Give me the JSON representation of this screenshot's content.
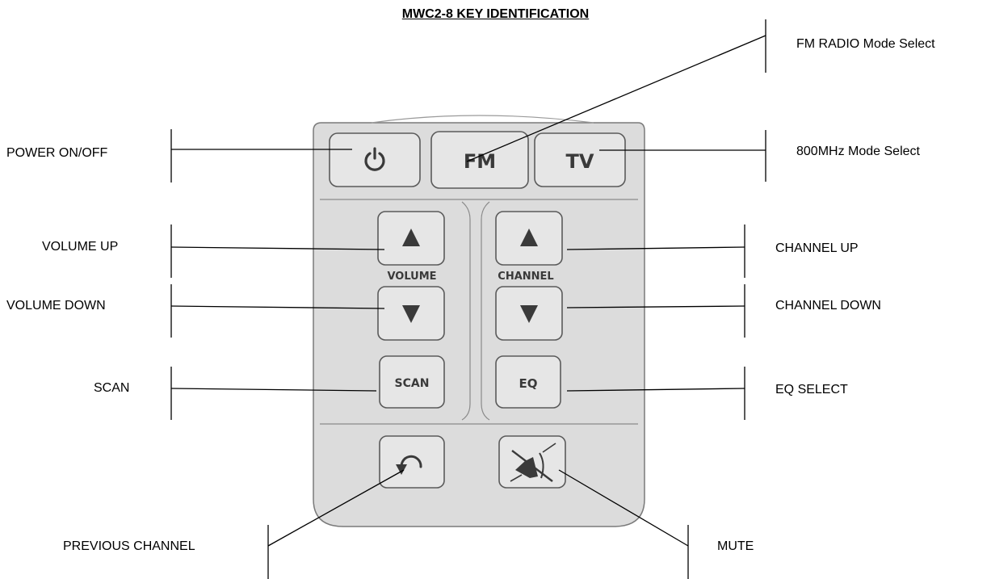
{
  "title": "MWC2-8  KEY IDENTIFICATION",
  "colors": {
    "remote_body": "#dcdcdc",
    "key_face": "#e6e6e6",
    "key_text": "#3a3a3a",
    "line": "#000000"
  },
  "keys": {
    "power": {
      "icon": "power-icon"
    },
    "fm": {
      "text": "FM"
    },
    "tv": {
      "text": "TV"
    },
    "volume_up": {
      "icon": "triangle-up-icon"
    },
    "volume_down": {
      "icon": "triangle-down-icon"
    },
    "channel_up": {
      "icon": "triangle-up-icon"
    },
    "channel_down": {
      "icon": "triangle-down-icon"
    },
    "scan": {
      "text": "SCAN"
    },
    "eq": {
      "text": "EQ"
    },
    "previous": {
      "icon": "return-arrow-icon"
    },
    "mute": {
      "icon": "mute-icon"
    }
  },
  "group_labels": {
    "volume": "VOLUME",
    "channel": "CHANNEL"
  },
  "callouts": {
    "fm_radio": "FM RADIO Mode Select",
    "power": "POWER ON/OFF",
    "mode_800": "800MHz Mode Select",
    "volume_up": "VOLUME UP",
    "channel_up": "CHANNEL UP",
    "volume_down": "VOLUME DOWN",
    "channel_down": "CHANNEL DOWN",
    "scan": "SCAN",
    "eq_select": "EQ SELECT",
    "previous_channel": "PREVIOUS CHANNEL",
    "mute": "MUTE"
  }
}
